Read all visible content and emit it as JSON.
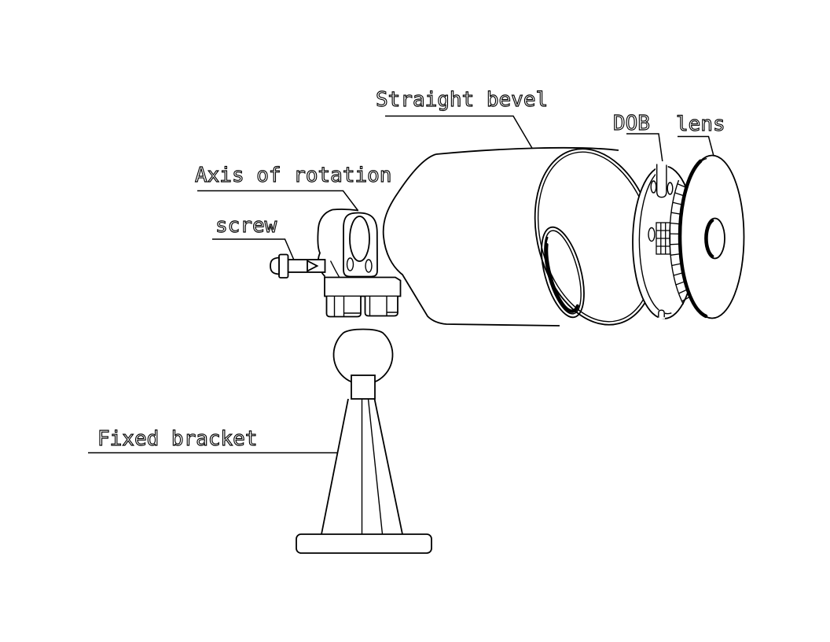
{
  "figure": {
    "background_color": "#ffffff",
    "line_color": "#000000",
    "labels": {
      "straight_bevel": "Straight bevel",
      "dob": "DOB",
      "lens": "lens",
      "axis_of_rotation": "Axis of rotation",
      "screw": "screw",
      "fixed_bracket": "Fixed bracket"
    }
  }
}
